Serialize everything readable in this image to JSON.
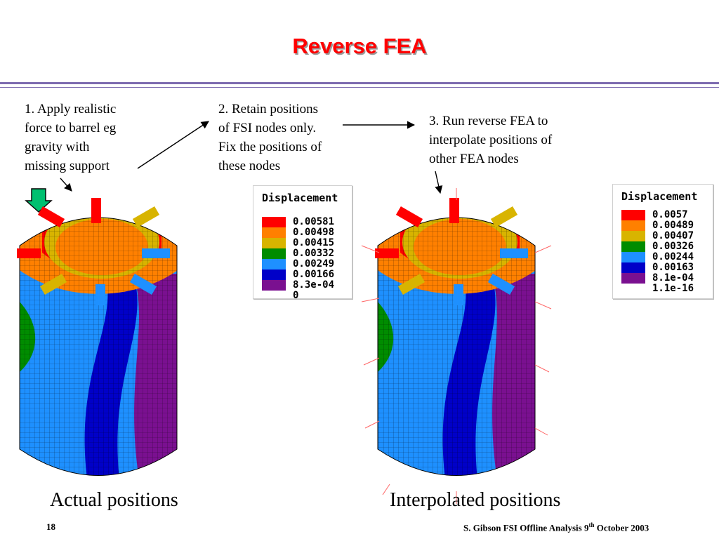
{
  "slide": {
    "title": "Reverse FEA",
    "accent_color": "#7d6bb0",
    "title_color": "#ff0000"
  },
  "steps": [
    {
      "lines": [
        "1. Apply realistic",
        "force to barrel eg",
        "gravity with",
        "missing support"
      ]
    },
    {
      "lines": [
        "2. Retain positions",
        "of FSI nodes only.",
        "Fix the positions of",
        "these nodes"
      ]
    },
    {
      "lines": [
        "3. Run reverse FEA to",
        "interpolate positions of",
        "other FEA nodes"
      ]
    }
  ],
  "legends": [
    {
      "title": "Displacement",
      "entries": [
        {
          "value": "0.00581",
          "color": "#ff0000"
        },
        {
          "value": "0.00498",
          "color": "#ff8000"
        },
        {
          "value": "0.00415",
          "color": "#d8b400"
        },
        {
          "value": "0.00332",
          "color": "#008c00"
        },
        {
          "value": "0.00249",
          "color": "#1e90ff"
        },
        {
          "value": "0.00166",
          "color": "#0000c8"
        },
        {
          "value": "8.3e-04",
          "color": "#7a1090"
        },
        {
          "value": "0",
          "color": ""
        }
      ]
    },
    {
      "title": "Displacement",
      "entries": [
        {
          "value": "0.0057",
          "color": "#ff0000"
        },
        {
          "value": "0.00489",
          "color": "#ff8000"
        },
        {
          "value": "0.00407",
          "color": "#d8b400"
        },
        {
          "value": "0.00326",
          "color": "#008c00"
        },
        {
          "value": "0.00244",
          "color": "#1e90ff"
        },
        {
          "value": "0.00163",
          "color": "#0000c8"
        },
        {
          "value": "8.1e-04",
          "color": "#7a1090"
        },
        {
          "value": "1.1e-16",
          "color": ""
        }
      ]
    }
  ],
  "captions": {
    "actual": "Actual positions",
    "interpolated": "Interpolated positions"
  },
  "footer": {
    "page_number": "18",
    "credit_prefix": "S. Gibson  FSI Offline Analysis  9",
    "credit_sup": "th",
    "credit_suffix": " October 2003"
  }
}
